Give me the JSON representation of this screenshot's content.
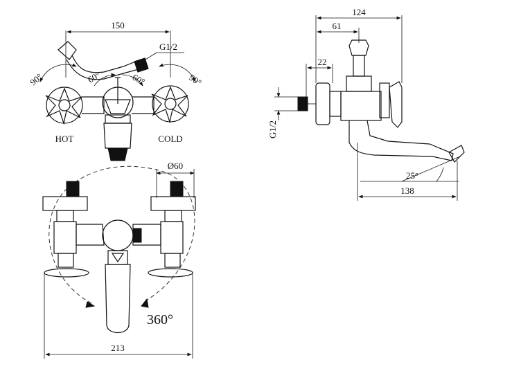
{
  "front_view": {
    "dim_width_top": "150",
    "thread_label": "G1/2",
    "angle_left": "90°",
    "angle_right": "90°",
    "angle_inner_left": "60°",
    "angle_inner_right": "60°",
    "hot_label": "HOT",
    "cold_label": "COLD"
  },
  "top_view": {
    "handle_diameter": "Ø60",
    "rotation_label": "360°",
    "dim_width_bottom": "213"
  },
  "side_view": {
    "dim_overall": "124",
    "dim_holder": "61",
    "dim_connector": "22",
    "thread_label": "G1/2",
    "spout_angle": "25°",
    "dim_spout": "138"
  }
}
